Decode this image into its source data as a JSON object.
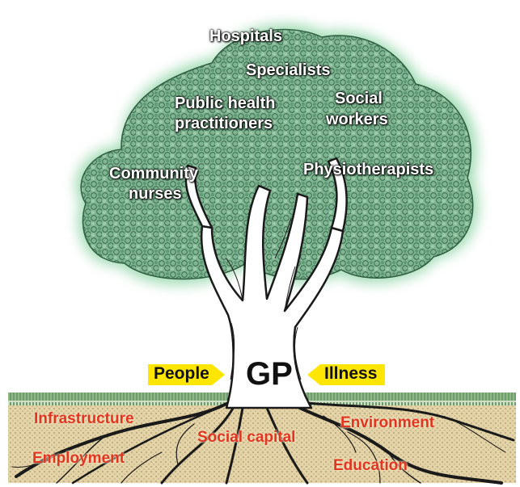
{
  "canopy_labels": {
    "hospitals": "Hospitals",
    "specialists": "Specialists",
    "public_health_1": "Public health",
    "public_health_2": "practitioners",
    "social_1": "Social",
    "social_2": "workers",
    "community_1": "Community",
    "community_2": "nurses",
    "physio": "Physiotherapists"
  },
  "trunk": {
    "gp": "GP",
    "people": "People",
    "illness": "Illness"
  },
  "root_labels": {
    "infrastructure": "Infrastructure",
    "environment": "Environment",
    "social_capital": "Social capital",
    "employment": "Employment",
    "education": "Education"
  },
  "colors": {
    "foliage": "#7fb592",
    "foliage_dark": "#4e8a66",
    "soil": "#e4d3a6",
    "grass": "#3f7a3a",
    "arrow": "#ffe600",
    "root_text": "#e3341f"
  }
}
